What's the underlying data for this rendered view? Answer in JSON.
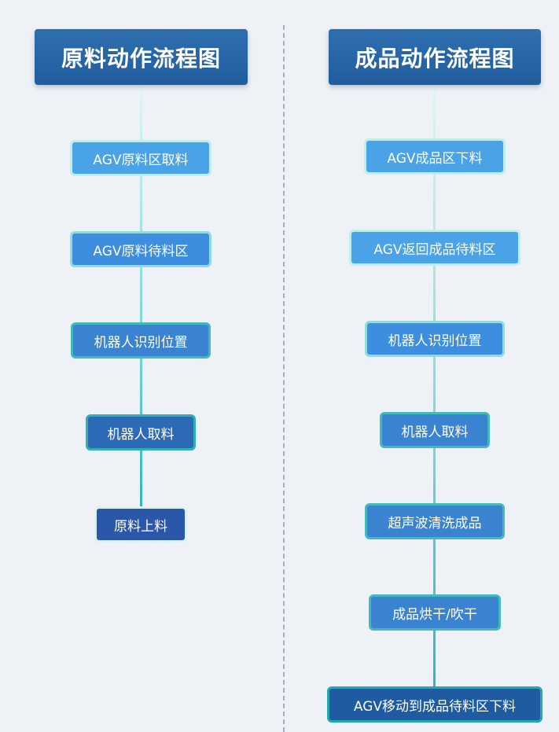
{
  "left_column": {
    "title": "原料动作流程图",
    "steps": [
      "AGV原料区取料",
      "AGV原料待料区",
      "机器人识别位置",
      "机器人取料",
      "原料上料"
    ]
  },
  "right_column": {
    "title": "成品动作流程图",
    "steps": [
      "AGV成品区下料",
      "AGV返回成品待料区",
      "机器人识别位置",
      "机器人取料",
      "超声波清洗成品",
      "成品烘干/吹干",
      "AGV移动到成品待料区下料"
    ]
  },
  "colors": {
    "background": "#eef1f6",
    "header": "#2466a5",
    "node": "#4aa3e6",
    "node_border": "#2fb0b3",
    "divider": "#9fb0c8"
  }
}
